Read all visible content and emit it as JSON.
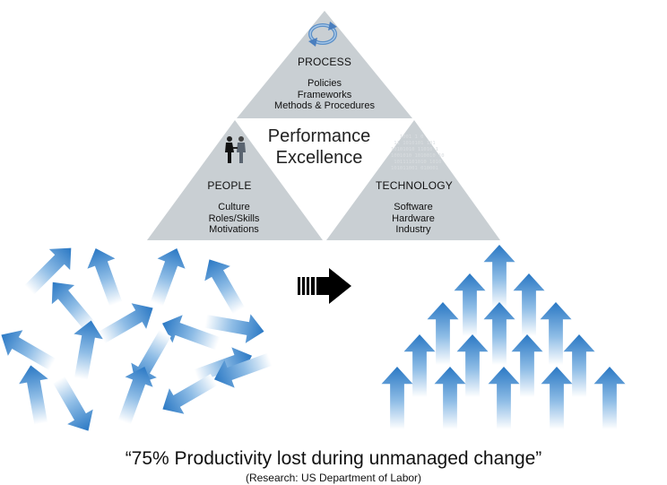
{
  "process": {
    "heading": "PROCESS",
    "items": [
      "Policies",
      "Frameworks",
      "Methods & Procedures"
    ]
  },
  "people": {
    "heading": "PEOPLE",
    "items": [
      "Culture",
      "Roles/Skills",
      "Motivations"
    ]
  },
  "technology": {
    "heading": "TECHNOLOGY",
    "items": [
      "Software",
      "Hardware",
      "Industry"
    ]
  },
  "center": {
    "line1": "Performance",
    "line2": "Excellence"
  },
  "quote": "“75% Productivity lost during unmanaged change”",
  "source": "(Research: US Department of Labor)",
  "icons": {
    "process": "cycle-arrows-icon",
    "people": "handshake-people-icon",
    "technology": "binary-code-icon",
    "transition": "striped-right-arrow-icon"
  },
  "colors": {
    "triangle": "#c9cfd3",
    "arrow_dark": "#2f7fc9",
    "arrow_light": "#ffffff",
    "transition_arrow": "#000000"
  }
}
